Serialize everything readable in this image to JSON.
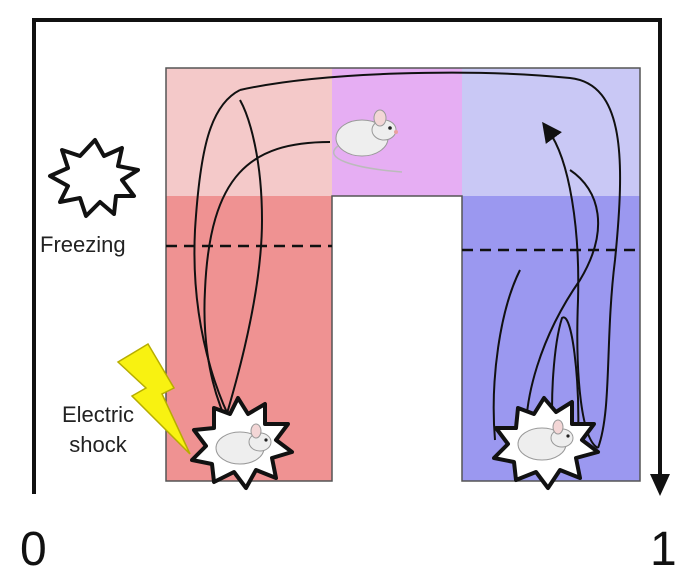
{
  "labels": {
    "freezing": "Freezing",
    "electric_shock_line1": "Electric",
    "electric_shock_line2": "shock"
  },
  "axis": {
    "start": "0",
    "end": "1"
  },
  "colors": {
    "left_arm_bottom": "#ef9292",
    "left_arm_top": "#f4c9c9",
    "center_top": "#e6aef3",
    "right_arm_top": "#c9c8f5",
    "right_arm_bottom": "#9b98f0",
    "trajectory": "#111111",
    "bolt": "#f8f211"
  },
  "icons": [
    "mouse-icon",
    "starburst-icon",
    "lightning-bolt-icon",
    "arrow-down-icon"
  ]
}
